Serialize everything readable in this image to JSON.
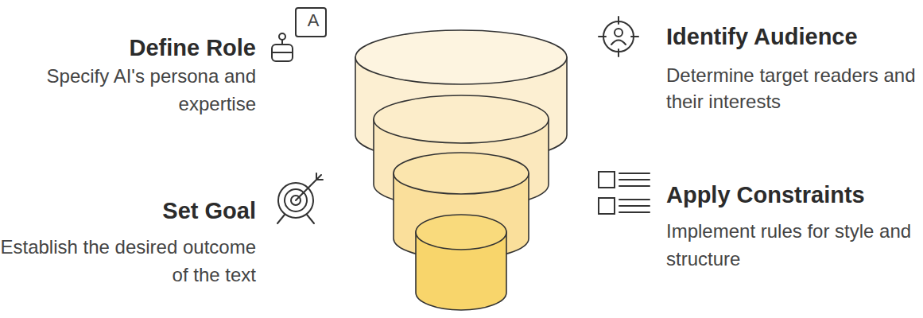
{
  "diagram": {
    "labels": [
      "Define Role",
      "A",
      "Specify AI's persona and expertise",
      "Identify Audience",
      "Determine target readers and their interests",
      "Set Goal",
      "Establish the desired outcome of the text",
      "Apply Constraints",
      "Implement rules for style and structure"
    ]
  }
}
